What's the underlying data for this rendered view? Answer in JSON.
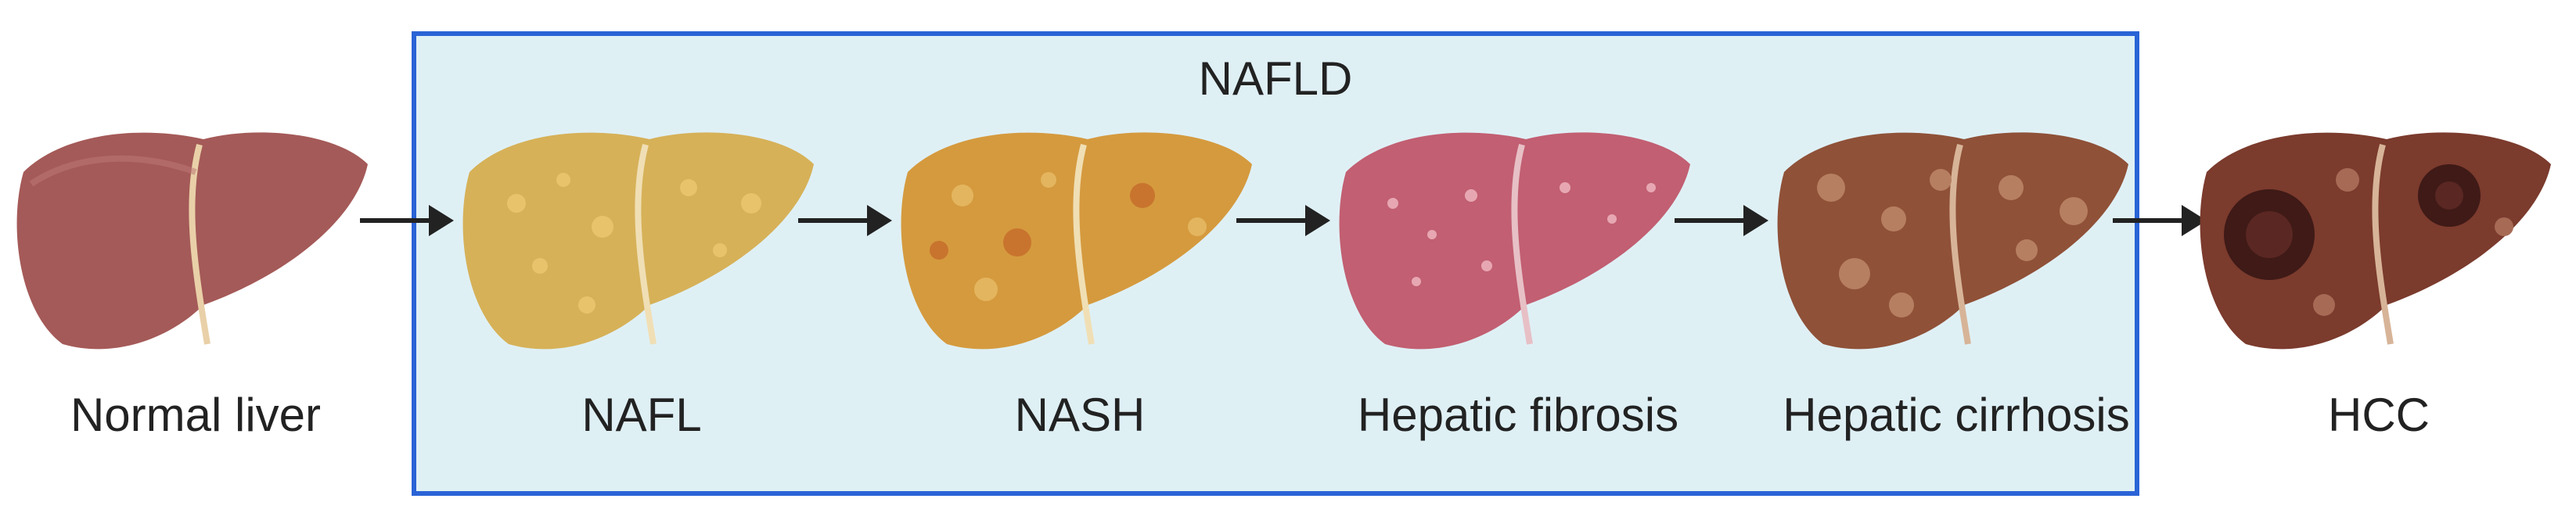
{
  "group": {
    "label": "NAFLD",
    "border_color": "#2a63d6",
    "fill_color": "#dff0f5"
  },
  "stages": [
    {
      "label": "Normal liver",
      "color": "#a45a58"
    },
    {
      "label": "NAFL",
      "color": "#d6b158"
    },
    {
      "label": "NASH",
      "color": "#d59a3e"
    },
    {
      "label": "Hepatic fibrosis",
      "color": "#c25f72"
    },
    {
      "label": "Hepatic cirrhosis",
      "color": "#8f5138"
    },
    {
      "label": "HCC",
      "color": "#7b3b2d"
    }
  ]
}
